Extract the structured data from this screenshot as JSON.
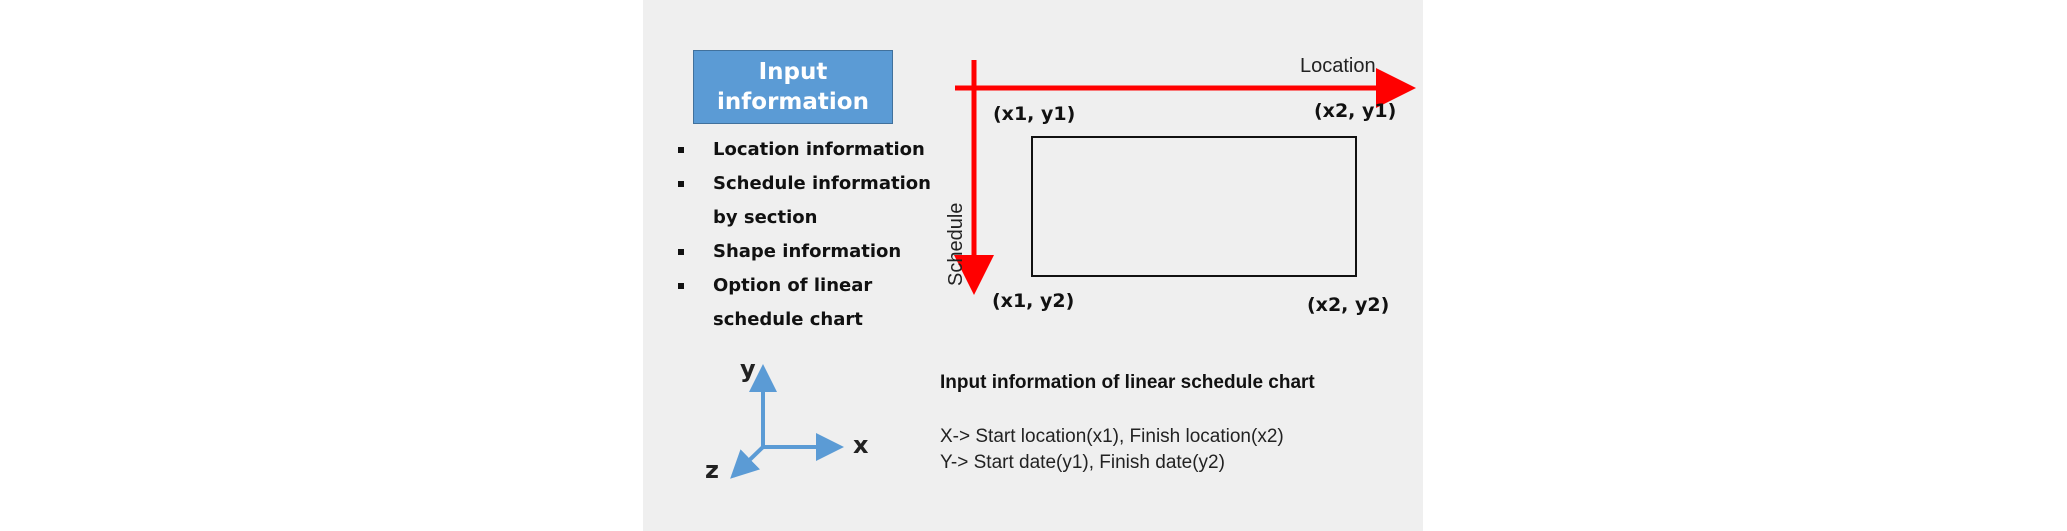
{
  "input_box": {
    "line1": "Input",
    "line2": "information"
  },
  "bullets": [
    "Location information",
    "Schedule information by section",
    "Shape information",
    "Option of linear schedule chart"
  ],
  "chart": {
    "x_axis_label": "Location",
    "y_axis_label": "Schedule",
    "corners": {
      "top_left": "(x1, y1)",
      "top_right": "(x2, y1)",
      "bottom_left": "(x1, y2)",
      "bottom_right": "(x2, y2)"
    },
    "axis_color": "#ff0000"
  },
  "coordinate_system": {
    "x": "x",
    "y": "y",
    "z": "z",
    "color": "#5b9bd5"
  },
  "caption": {
    "title": "Input information of linear schedule chart",
    "line_x": "X-> Start location(x1), Finish location(x2)",
    "line_y": "Y-> Start date(y1), Finish date(y2)"
  }
}
